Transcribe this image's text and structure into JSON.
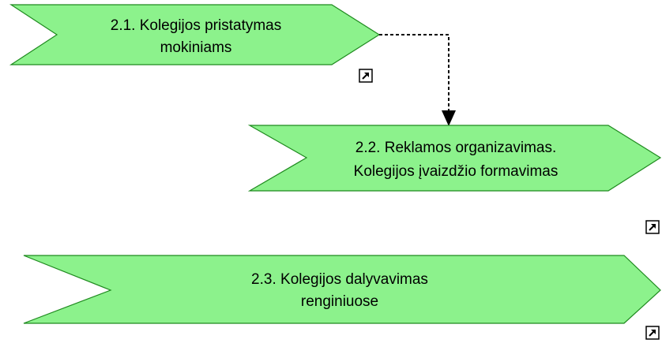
{
  "process_steps": [
    {
      "id": "2.1",
      "line1": "2.1. Kolegijos pristatymas",
      "line2": "mokiniams",
      "icon": "shortcut-link-icon"
    },
    {
      "id": "2.2",
      "line1": "2.2. Reklamos organizavimas.",
      "line2": "Kolegijos įvaizdžio formavimas",
      "icon": "shortcut-link-icon"
    },
    {
      "id": "2.3",
      "line1": "2.3. Kolegijos dalyvavimas",
      "line2": "renginiuose",
      "icon": "shortcut-link-icon"
    }
  ],
  "connections": [
    {
      "from": "2.1",
      "to": "2.2",
      "style": "dashed"
    }
  ],
  "colors": {
    "shape_fill": "#8cf28c",
    "shape_border": "#1f8a1f",
    "text": "#000000",
    "connector": "#000000"
  }
}
